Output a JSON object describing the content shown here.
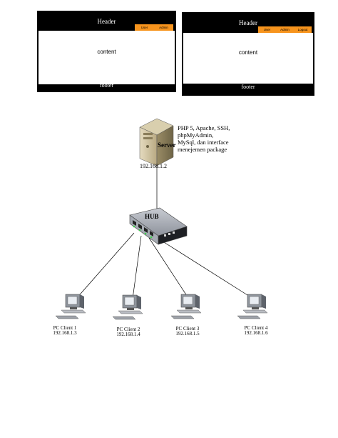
{
  "mockup_left": {
    "header": "Header",
    "nav": [
      "User",
      "Admin"
    ],
    "content": "content",
    "footer": "footer"
  },
  "mockup_right": {
    "header": "Header",
    "nav": [
      "User",
      "Admin",
      "Logout"
    ],
    "content": "content",
    "footer": "footer"
  },
  "server": {
    "label": "Server",
    "ip": "192.168.1.2",
    "note": [
      "PHP 5, Apache, SSH,",
      "phpMyAdmin,",
      "MySql, dan interface",
      "menejemen package"
    ]
  },
  "hub": {
    "label": "HUB"
  },
  "clients": [
    {
      "name": "PC Client 1",
      "ip": "192.168.1.3"
    },
    {
      "name": "PC Client 2",
      "ip": "192.168.1.4"
    },
    {
      "name": "PC Client 3",
      "ip": "192.168.1.5"
    },
    {
      "name": "PC Client 4",
      "ip": "192.168.1.6"
    }
  ],
  "colors": {
    "nav": "#f7941d",
    "frame": "#000000"
  }
}
